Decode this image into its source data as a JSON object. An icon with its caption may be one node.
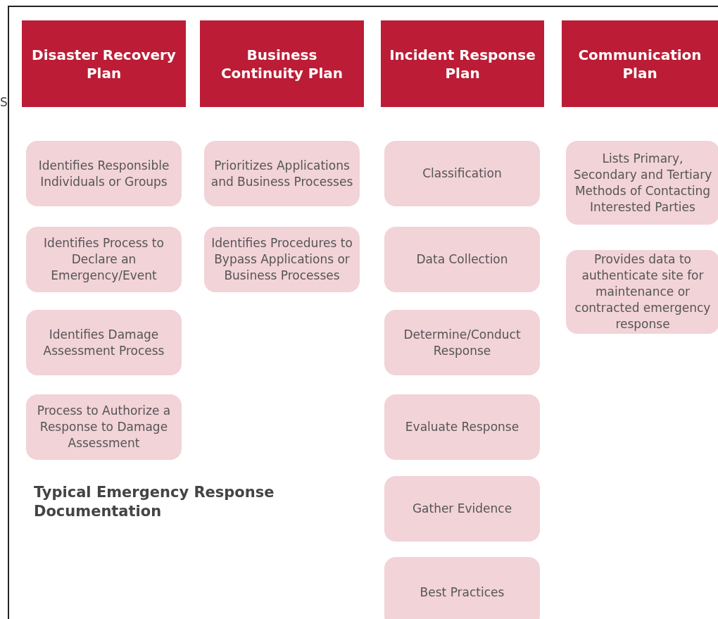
{
  "diagram": {
    "nodes": [
      {
        "text": [
          "Disaster Recovery Plan"
        ]
      },
      {
        "text": [
          "Business Continuity Plan"
        ]
      },
      {
        "text": [
          "Incident Response Plan"
        ]
      },
      {
        "text": [
          "Communication Plan"
        ]
      },
      {
        "text": [
          "Identifies Responsible Individuals or Groups"
        ]
      },
      {
        "text": [
          "Identifies Process to Declare an Emergency/Event"
        ]
      },
      {
        "text": [
          "Identifies Damage Assessment Process"
        ]
      },
      {
        "text": [
          "Process to Authorize a Response to Damage Assessment"
        ]
      },
      {
        "text": [
          "Prioritizes Applications and Business Processes"
        ]
      },
      {
        "text": [
          "Identifies Procedures to Bypass Applications or Business Processes"
        ]
      },
      {
        "text": [
          "Classification"
        ]
      },
      {
        "text": [
          "Data Collection"
        ]
      },
      {
        "text": [
          "Determine/Conduct Response"
        ]
      },
      {
        "text": [
          "Evaluate Response"
        ]
      },
      {
        "text": [
          "Gather Evidence"
        ]
      },
      {
        "text": [
          "Best Practices"
        ]
      },
      {
        "text": [
          "Lists Primary, Secondary and Tertiary Methods of Contacting Interested Parties"
        ]
      },
      {
        "text": [
          "Provides data to authenticate site for maintenance or contracted emergency response"
        ]
      }
    ],
    "labels": [
      "S",
      "Typical Emergency Response Documentation"
    ]
  }
}
